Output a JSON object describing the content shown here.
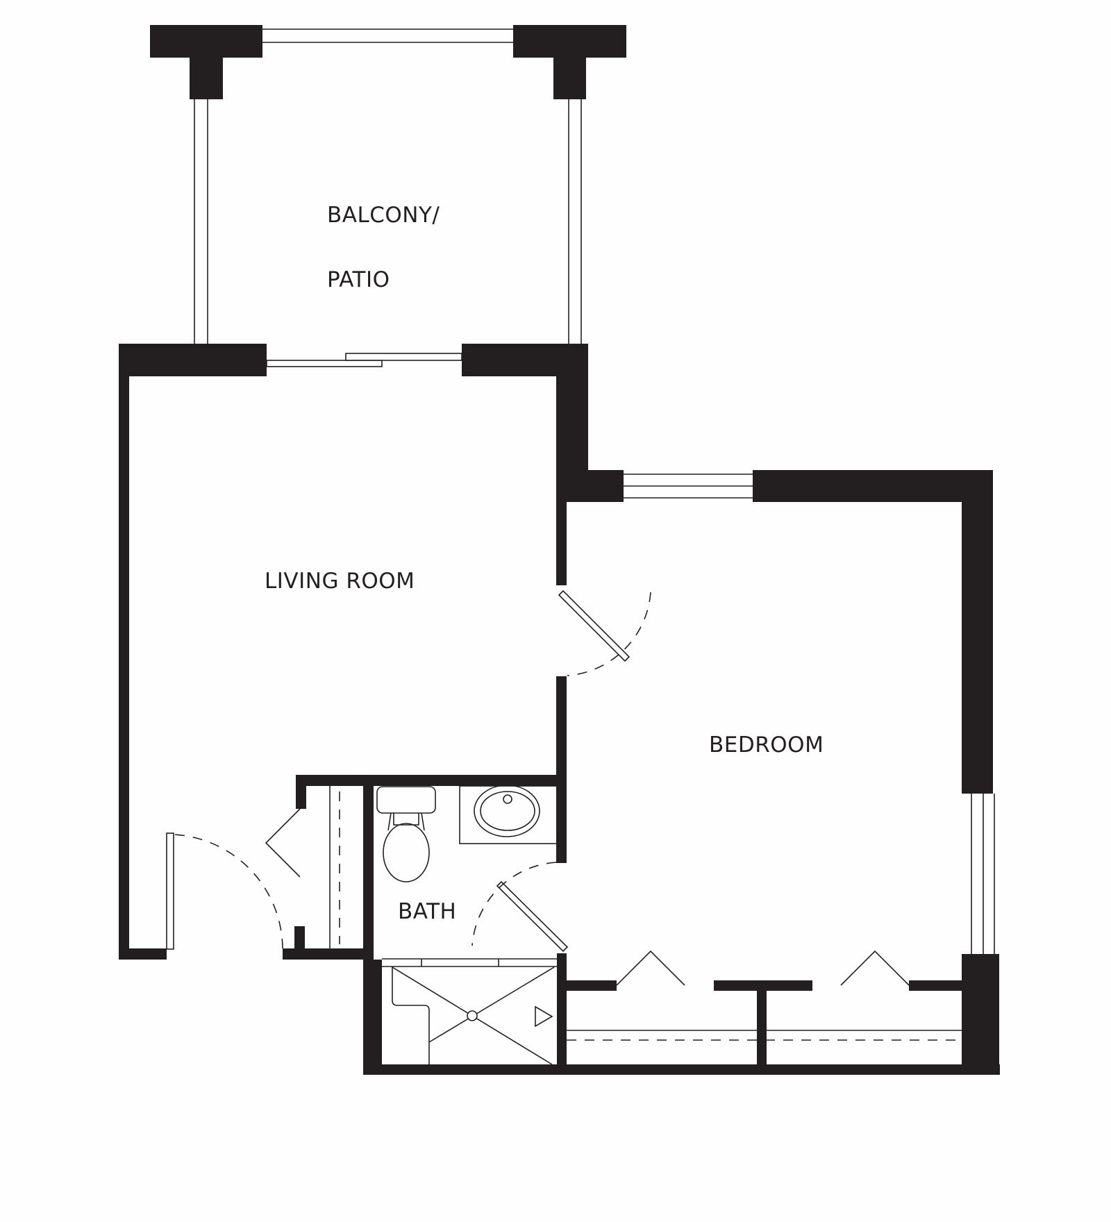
{
  "plan": {
    "colors": {
      "wall": "#231f20",
      "background": "#fefefe"
    },
    "rooms": {
      "balcony": {
        "line1": "BALCONY/",
        "line2": "PATIO"
      },
      "living_room": {
        "label": "LIVING ROOM"
      },
      "bedroom": {
        "label": "BEDROOM"
      },
      "bath": {
        "label": "BATH"
      }
    },
    "fixtures": [
      "toilet",
      "sink-vanity",
      "shower",
      "closet-bifold-doors",
      "entry-door",
      "sliding-door",
      "bedroom-door",
      "bath-door",
      "windows"
    ]
  }
}
